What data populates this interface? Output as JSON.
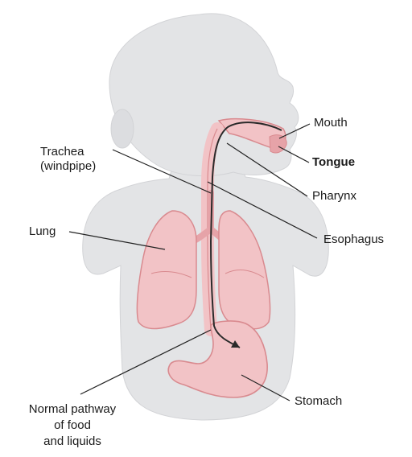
{
  "colors": {
    "body_silhouette": "#e3e4e6",
    "body_outline": "#d2d3d6",
    "organ_fill": "#f2c3c6",
    "organ_stroke": "#d98a8f",
    "organ_dark": "#e6a3a8",
    "pathway_arrow": "#2a2a2a",
    "leader_line": "#222222"
  },
  "labels": {
    "mouth": "Mouth",
    "tongue": "Tongue",
    "trachea_line1": "Trachea",
    "trachea_line2": "(windpipe)",
    "pharynx": "Pharynx",
    "lung": "Lung",
    "esophagus": "Esophagus",
    "pathway_line1": "Normal pathway",
    "pathway_line2": "of food",
    "pathway_line3": "and liquids",
    "stomach": "Stomach"
  }
}
